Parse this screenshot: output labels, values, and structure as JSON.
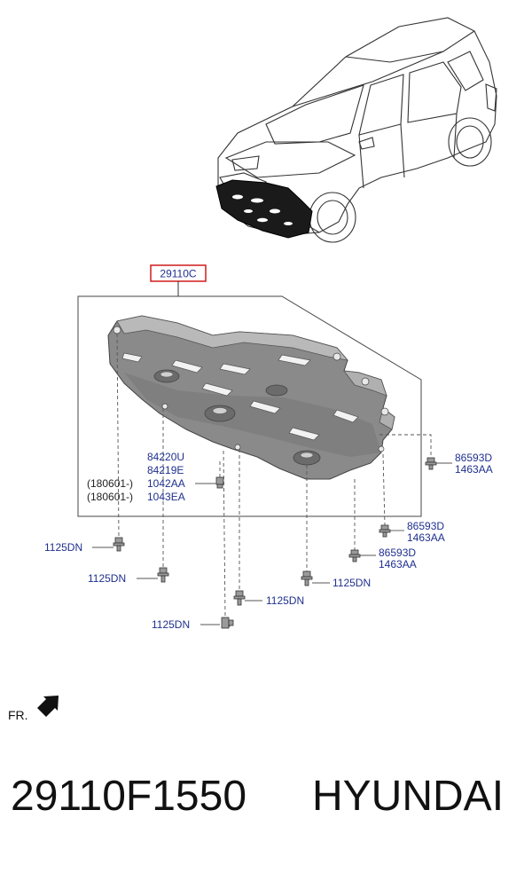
{
  "diagram": {
    "callout_part": "29110C",
    "labels": {
      "bolt_ll": "1125DN",
      "bolt_l2": "1125DN",
      "bolt_bottom": "1125DN",
      "bolt_mid": "1125DN",
      "bolt_right": "1125DN",
      "clip_a": "84220U",
      "clip_b": "84219E",
      "clip_c_date": "(180601-)",
      "clip_c": "1042AA",
      "clip_d_date": "(180601-)",
      "clip_d": "1043EA",
      "screw_r1a": "86593D",
      "screw_r1b": "1463AA",
      "screw_r2a": "86593D",
      "screw_r2b": "1463AA",
      "screw_r3a": "86593D",
      "screw_r3b": "1463AA"
    },
    "direction_label": "FR."
  },
  "footer": {
    "part_number": "29110F1550",
    "brand": "HYUNDAI"
  }
}
